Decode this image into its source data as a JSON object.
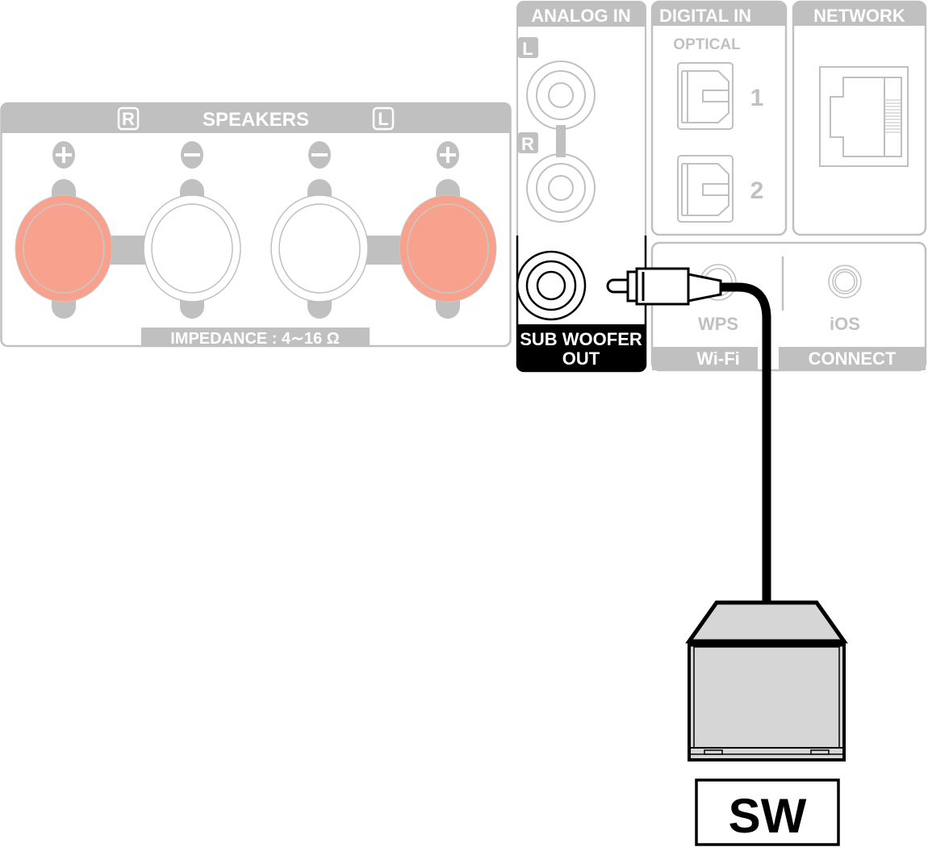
{
  "colors": {
    "panel_gray": "#c0c0c0",
    "terminal_positive": "#f8a28e",
    "highlight_black": "#000000",
    "subwoofer_fill": "#d6d6d6",
    "white": "#ffffff"
  },
  "speakers": {
    "title": "SPEAKERS",
    "right_badge": "R",
    "left_badge": "L",
    "impedance": "IMPEDANCE : 4∼16 Ω",
    "terminals": [
      {
        "channel": "R",
        "polarity": "+",
        "connected": true
      },
      {
        "channel": "R",
        "polarity": "-",
        "connected": false
      },
      {
        "channel": "L",
        "polarity": "-",
        "connected": false
      },
      {
        "channel": "L",
        "polarity": "+",
        "connected": true
      }
    ]
  },
  "analog_in": {
    "title": "ANALOG IN",
    "left_badge": "L",
    "right_badge": "R"
  },
  "digital_in": {
    "title": "DIGITAL IN",
    "subtitle": "OPTICAL",
    "ports": [
      "1",
      "2"
    ]
  },
  "network": {
    "title": "NETWORK"
  },
  "subwoofer_out": {
    "line1": "SUB WOOFER",
    "line2": "OUT"
  },
  "wifi": {
    "button": "WPS",
    "label": "Wi-Fi"
  },
  "connect": {
    "button": "iOS",
    "label": "CONNECT"
  },
  "device": {
    "label": "SW"
  }
}
